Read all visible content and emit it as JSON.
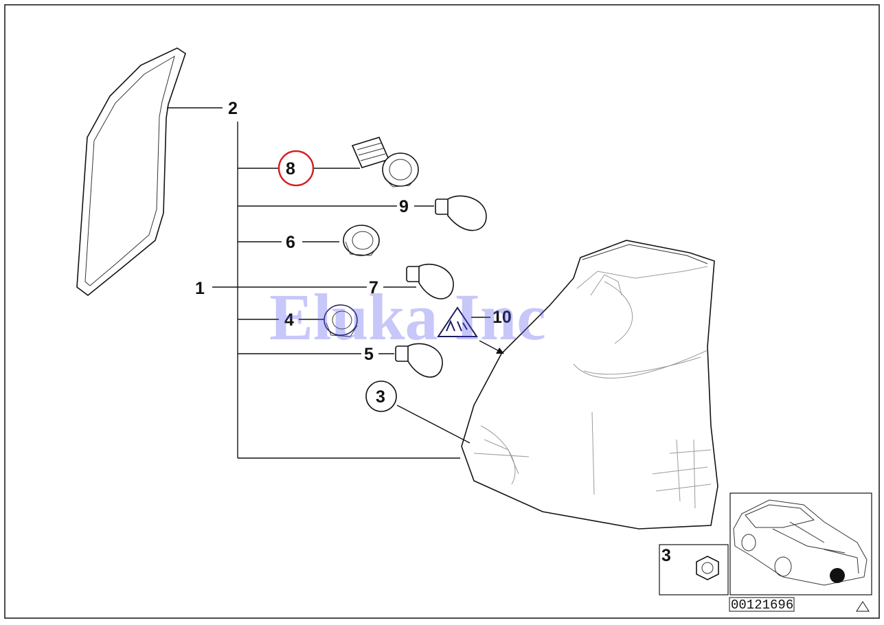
{
  "callouts": {
    "c1": "1",
    "c2": "2",
    "c3": "3",
    "c4": "4",
    "c5": "5",
    "c6": "6",
    "c7": "7",
    "c8": "8",
    "c9": "9",
    "c10": "10",
    "inset_c3": "3"
  },
  "highlight_color": "#d42020",
  "watermark": "Eluka Inc",
  "watermark_color": "#5050ee",
  "ref_number": "00121696"
}
